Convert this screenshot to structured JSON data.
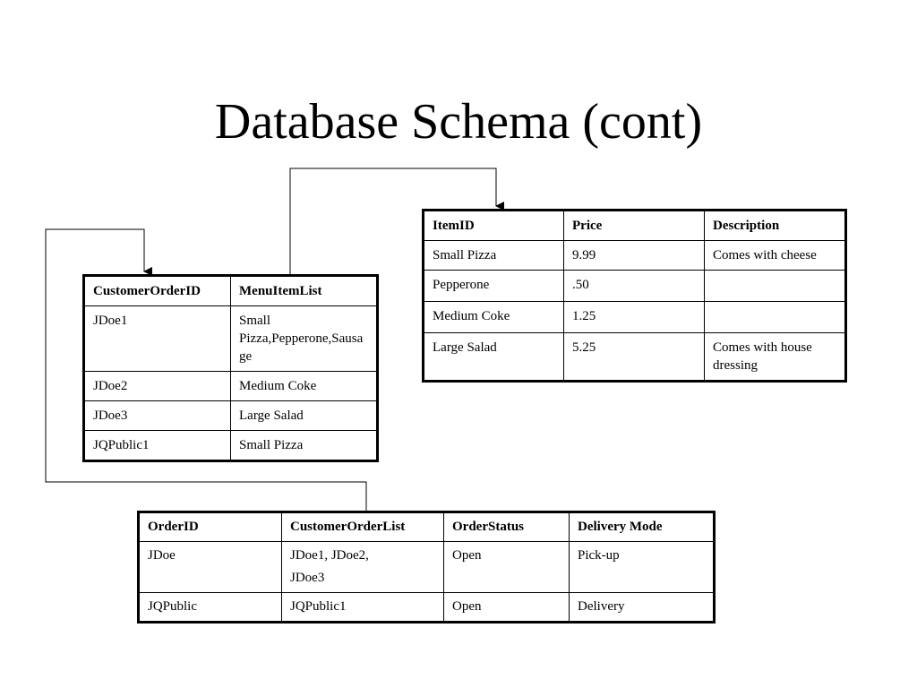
{
  "slide": {
    "title": "Database Schema (cont)"
  },
  "menu_table": {
    "headers": [
      "CustomerOrderID",
      "MenuItemList"
    ],
    "rows": [
      [
        "JDoe1",
        "Small Pizza,Pepperone,Sausage"
      ],
      [
        "JDoe2",
        "Medium Coke"
      ],
      [
        "JDoe3",
        "Large Salad"
      ],
      [
        "JQPublic1",
        "Small Pizza"
      ]
    ]
  },
  "item_table": {
    "headers": [
      "ItemID",
      "Price",
      "Description"
    ],
    "rows": [
      [
        "Small Pizza",
        "9.99",
        "Comes with cheese"
      ],
      [
        "Pepperone",
        ".50",
        ""
      ],
      [
        "Medium Coke",
        "1.25",
        ""
      ],
      [
        "Large Salad",
        "5.25",
        "Comes with house dressing"
      ]
    ]
  },
  "order_table": {
    "headers": [
      "OrderID",
      "CustomerOrderList",
      "OrderStatus",
      "Delivery Mode"
    ],
    "rows": [
      [
        "JDoe",
        "JDoe1, JDoe2, JDoe3",
        "Open",
        "Pick-up"
      ],
      [
        "JQPublic",
        "JQPublic1",
        "Open",
        "Delivery"
      ]
    ]
  }
}
